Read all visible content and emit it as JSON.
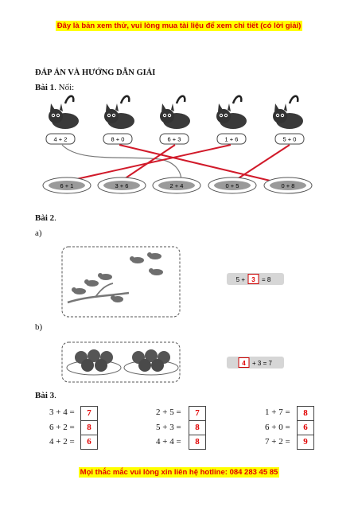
{
  "banner_top": "Đây là bản xem thử, vui lòng mua tài liệu để xem chi tiết (có lời giải)",
  "heading": "ĐÁP ÁN VÀ HƯỚNG DẪN GIẢI",
  "bai1": {
    "label": "Bài 1",
    "suffix": ". Nối:",
    "cats": [
      "4 + 2",
      "8 + 0",
      "6 + 3",
      "1 + 6",
      "5 + 0"
    ],
    "fish": [
      "6 + 1",
      "3 + 6",
      "2 + 4",
      "0 + 5",
      "0 + 8"
    ]
  },
  "bai2": {
    "label": "Bài 2",
    "suffix": ".",
    "a_label": "a)",
    "b_label": "b)",
    "eq_a": {
      "left": "5 +",
      "answer": "3",
      "right": "= 8"
    },
    "eq_b": {
      "answer": "4",
      "right": "+ 3 = 7"
    }
  },
  "bai3": {
    "label": "Bài 3",
    "suffix": ".",
    "col1": [
      {
        "expr": "3 + 4 =",
        "ans": "7"
      },
      {
        "expr": "6 + 2 =",
        "ans": "8"
      },
      {
        "expr": "4 + 2 =",
        "ans": "6"
      }
    ],
    "col2": [
      {
        "expr": "2 + 5 =",
        "ans": "7"
      },
      {
        "expr": "5 + 3 =",
        "ans": "8"
      },
      {
        "expr": "4 + 4 =",
        "ans": "8"
      }
    ],
    "col3": [
      {
        "expr": "1 + 7 =",
        "ans": "8"
      },
      {
        "expr": "6 + 0 =",
        "ans": "6"
      },
      {
        "expr": "7 + 2 =",
        "ans": "9"
      }
    ]
  },
  "banner_bottom": "Mọi thắc mắc vui lòng xin liên hệ hotline: 084 283 45 85",
  "colors": {
    "banner_bg": "#ffff00",
    "accent_red": "#e00000",
    "connector_red": "#d11a2a",
    "connector_gray": "#777777"
  },
  "icons": [
    "cat-icon",
    "fish-plate-icon",
    "bird-icon",
    "branch-icon",
    "cake-plate-icon"
  ]
}
